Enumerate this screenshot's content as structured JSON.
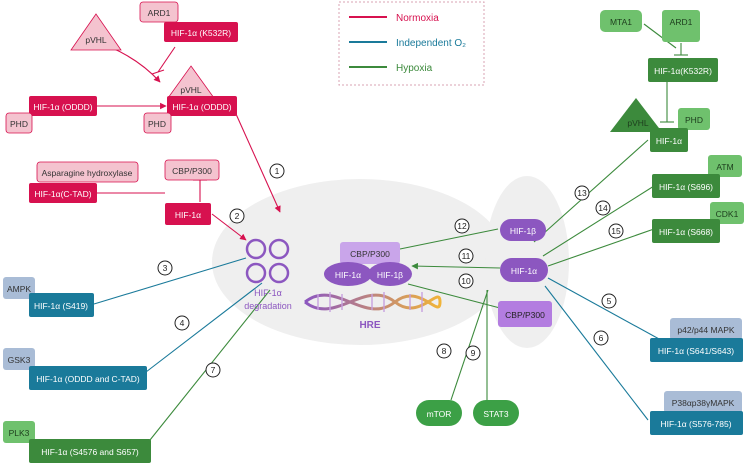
{
  "legend": {
    "normoxia": "Normoxia",
    "independent": "Independent O₂",
    "hypoxia": "Hypoxia"
  },
  "colors": {
    "normoxia": "#d7114f",
    "normoxia_light": "#f4c3cf",
    "independent": "#1a7a9a",
    "independent_light": "#a9bcd6",
    "hypoxia": "#3c8a3c",
    "hypoxia_light": "#6fc16d",
    "purple": "#8c57c0"
  },
  "normoxia": {
    "ard1": "ARD1",
    "hif_k532r": "HIF-1α (K532R)",
    "pvhl_left": "pVHL",
    "pvhl_center": "pVHL",
    "hif_oddd_left": "HIF-1α (ODDD)",
    "phd_left": "PHD",
    "hif_oddd_center": "HIF-1α (ODDD)",
    "phd_center": "PHD",
    "asparagine": "Asparagine hydroxylase",
    "cbp_p300": "CBP/P300",
    "hif_ctad": "HIF-1α(C-TAD)",
    "hif": "HIF-1α"
  },
  "independent": {
    "ampk": "AMPK",
    "hif_s419": "HIF-1α (S419)",
    "gsk3": "GSK3",
    "hif_oddd_ctad": "HIF-1α (ODDD and C-TAD)",
    "p42_mapk": "p42/p44 MAPK",
    "hif_s641": "HIF-1α (S641/S643)",
    "p38_mapk": "P38αp38γMAPK",
    "hif_s576": "HIF-1α (S576-785)"
  },
  "hypoxia": {
    "plk3": "PLK3",
    "hif_s4576": "HIF-1α (S4576 and S657)",
    "mta1": "MTA1",
    "ard1": "ARD1",
    "hif_k532r": "HIF-1α(K532R)",
    "pvhl": "pVHL",
    "phd": "PHD",
    "hif": "HIF-1α",
    "atm": "ATM",
    "hif_s696": "HIF-1α (S696)",
    "cdk1": "CDK1",
    "hif_s668": "HIF-1α (S668)",
    "mtor": "mTOR",
    "stat3": "STAT3"
  },
  "center": {
    "degradation_line1": "HIF-1α",
    "degradation_line2": "degradation",
    "cbp_p300": "CBP/P300",
    "hif_alpha": "HIF-1α",
    "hif_beta": "HIF-1β",
    "hre": "HRE"
  },
  "right_oval": {
    "hif_beta": "HIF-1β",
    "hif_alpha": "HIF-1α",
    "cbp_p300": "CBP/P300"
  },
  "steps": [
    "1",
    "2",
    "3",
    "4",
    "5",
    "6",
    "7",
    "8",
    "9",
    "10",
    "11",
    "12",
    "13",
    "14",
    "15"
  ]
}
